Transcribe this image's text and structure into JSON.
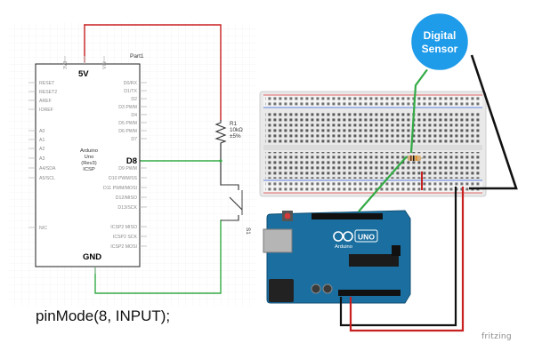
{
  "schematic": {
    "part_id": "Part1",
    "chip_name": [
      "Arduino",
      "Uno",
      "(Rev3)",
      "ICSP"
    ],
    "pins_left": [
      "RESET",
      "RESET2",
      "AREF",
      "IOREF",
      "A0",
      "A1",
      "A2",
      "A3",
      "A4/SDA",
      "A5/SCL",
      "N/C"
    ],
    "pins_right": [
      "D0/RX",
      "D1/TX",
      "D2",
      "D3 PWM",
      "D4",
      "D5 PWM",
      "D6 PWM",
      "D7",
      "D8",
      "D9 PWM",
      "D10 PWM/SS",
      "D11 PWM/MOSI",
      "D12/MISO",
      "D13/SCK",
      "ICSP2 MISO",
      "ICSP2 SCK",
      "ICSP2 MOSI"
    ],
    "pins_top": [
      "3V3",
      "5V",
      "VIN"
    ],
    "label_5v": "5V",
    "label_d8": "D8",
    "label_gnd": "GND",
    "resistor": {
      "ref": "R1",
      "value": "10kΩ",
      "tolerance": "±5%"
    },
    "switch_ref": "S1"
  },
  "code_caption": "pinMode(8, INPUT);",
  "sensor_bubble": {
    "line1": "Digital",
    "line2": "Sensor",
    "color": "#1e9be9"
  },
  "board": {
    "model": "UNO",
    "brand": "Arduino",
    "color": "#1a6fa0"
  },
  "colors": {
    "wire_red": "#c82020",
    "wire_green": "#33aa44",
    "wire_black": "#111111",
    "wire_blue": "#2050c8"
  },
  "branding": "fritzing"
}
